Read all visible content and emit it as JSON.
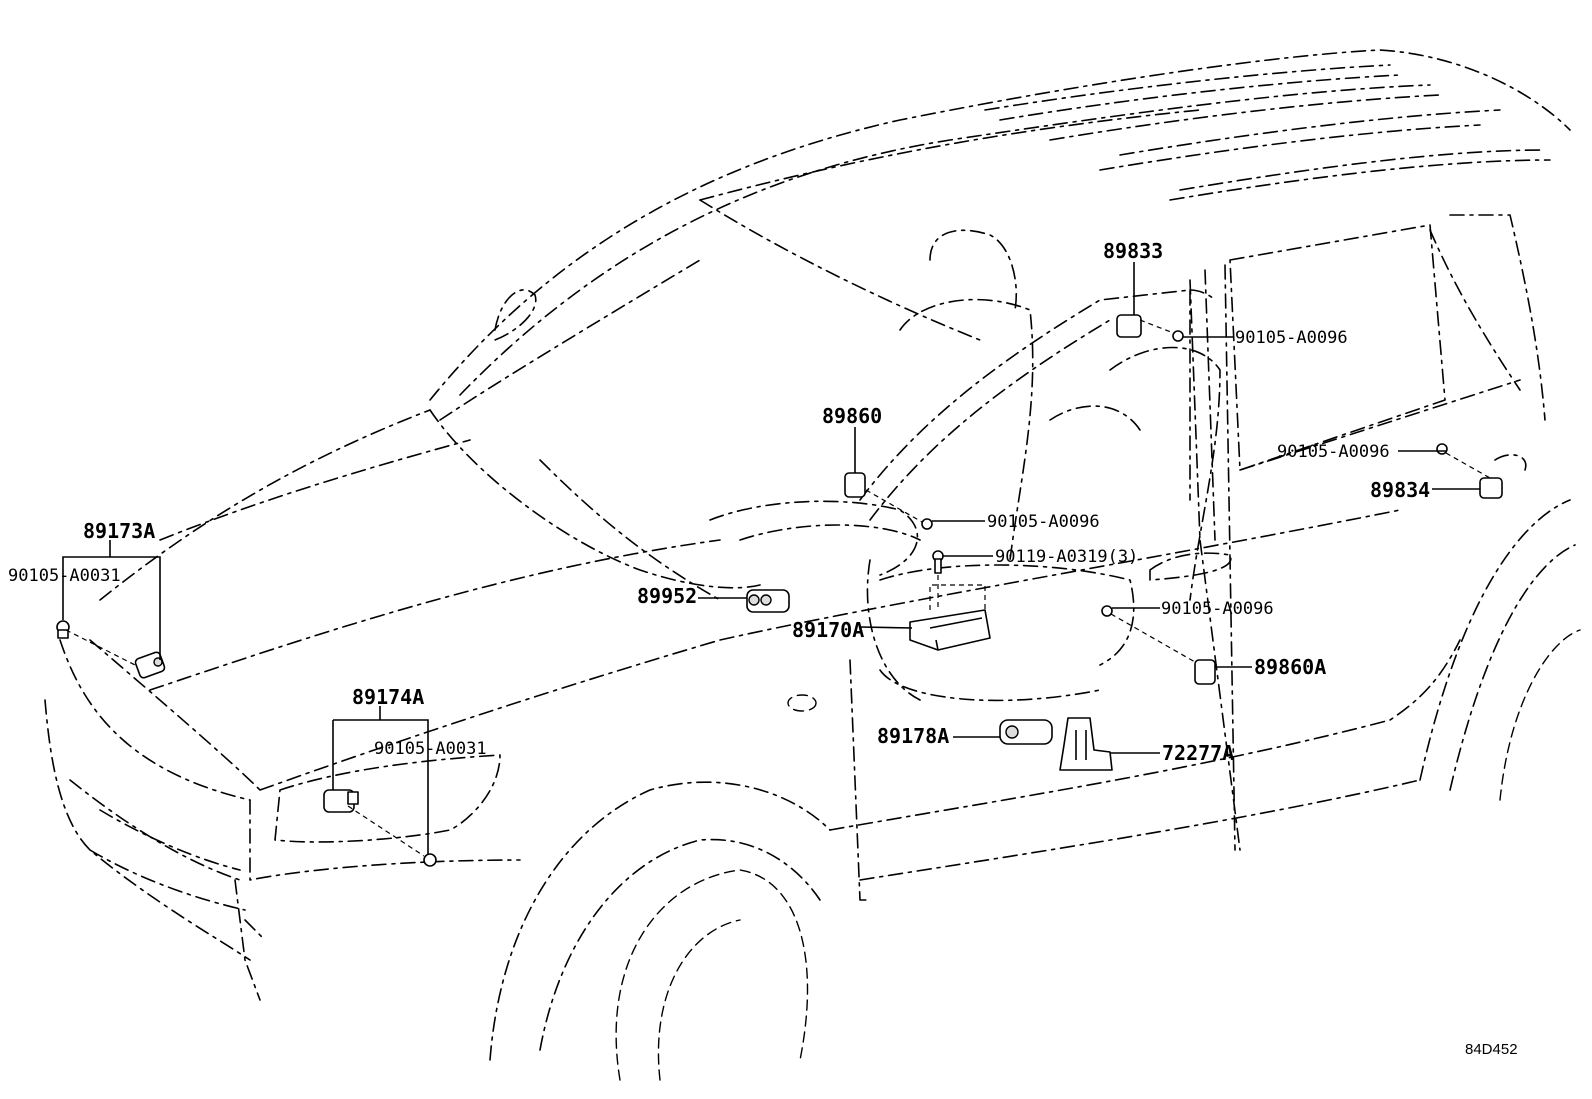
{
  "diagram": {
    "drawing_ref": "84D452",
    "labels": {
      "p89833": "89833",
      "p89834": "89834",
      "p89860": "89860",
      "p89860A": "89860A",
      "p89952": "89952",
      "p89170A": "89170A",
      "p89178A": "89178A",
      "p72277A": "72277A",
      "p89173A": "89173A",
      "p89174A": "89174A",
      "b_a0031_left": "90105-A0031",
      "b_a0031_front": "90105-A0031",
      "b_a0096_top": "90105-A0096",
      "b_a0096_right": "90105-A0096",
      "b_a0096_center": "90105-A0096",
      "b_a0096_door": "90105-A0096",
      "b_a0319": "90119-A0319(3)"
    }
  }
}
